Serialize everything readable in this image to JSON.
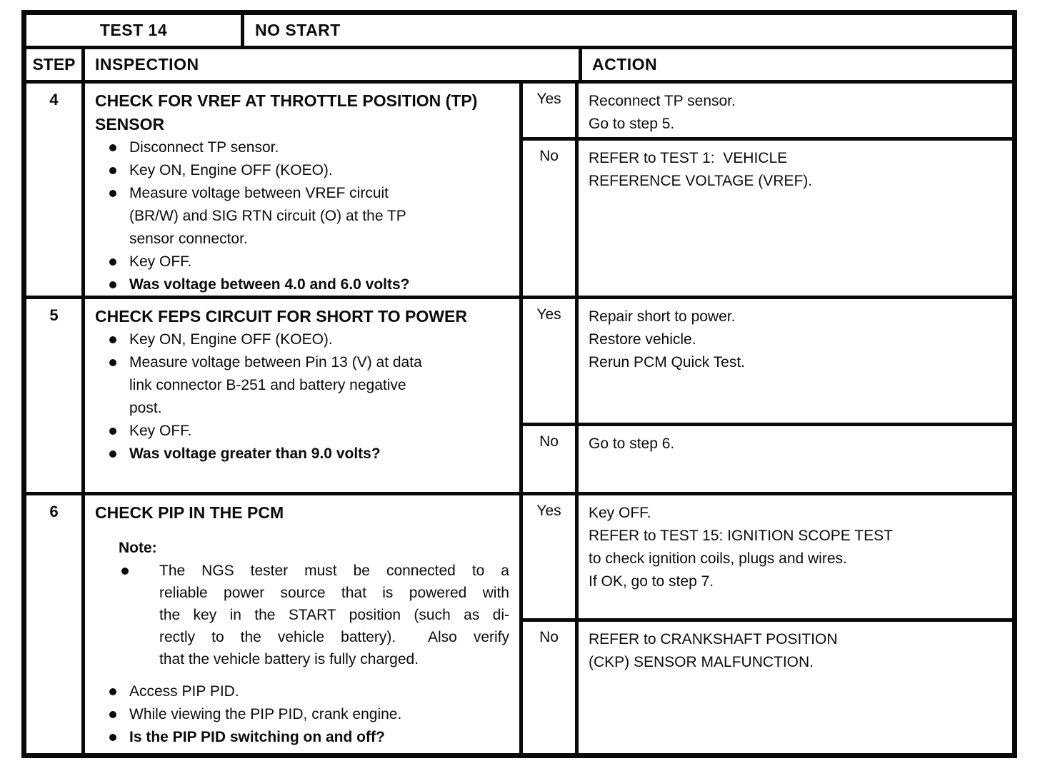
{
  "doc": {
    "title": {
      "test": "TEST 14",
      "name": "NO START"
    },
    "header": {
      "step": "STEP",
      "inspection": "INSPECTION",
      "action": "ACTION"
    },
    "steps": [
      {
        "number": "4",
        "inspection": {
          "title": "CHECK FOR VREF AT THROTTLE POSITION (TP) SENSOR",
          "bullets": [
            {
              "lines": [
                "Disconnect TP sensor."
              ]
            },
            {
              "lines": [
                "Key ON, Engine OFF (KOEO)."
              ]
            },
            {
              "lines": [
                "Measure voltage between VREF circuit",
                "(BR/W) and SIG RTN circuit (O) at the TP",
                "sensor connector."
              ]
            },
            {
              "lines": [
                "Key OFF."
              ]
            }
          ],
          "question": "Was voltage between 4.0 and 6.0 volts?"
        },
        "yes": {
          "label": "Yes",
          "lines": [
            "Reconnect TP sensor.",
            "Go to step 5."
          ]
        },
        "no": {
          "label": "No",
          "lines": [
            "REFER to TEST 1:  VEHICLE",
            "REFERENCE VOLTAGE (VREF)."
          ]
        }
      },
      {
        "number": "5",
        "inspection": {
          "title": "CHECK FEPS CIRCUIT FOR SHORT TO POWER",
          "bullets": [
            {
              "lines": [
                "Key ON, Engine OFF (KOEO)."
              ]
            },
            {
              "lines": [
                "Measure voltage between Pin 13 (V) at data",
                "link connector B-251 and battery negative",
                "post."
              ]
            },
            {
              "lines": [
                "Key OFF."
              ]
            }
          ],
          "question": "Was voltage greater than 9.0 volts?"
        },
        "yes": {
          "label": "Yes",
          "lines": [
            "Repair short to power.",
            "Restore vehicle.",
            "Rerun PCM Quick Test."
          ]
        },
        "no": {
          "label": "No",
          "lines": [
            "Go to step 6."
          ]
        }
      },
      {
        "number": "6",
        "inspection": {
          "title": "CHECK PIP IN THE PCM",
          "note_label": "Note:",
          "note_lines": [
            "The NGS tester must be connected to a",
            "reliable power source that is powered with",
            "the key in the START position (such as di-",
            "rectly to the vehicle battery).  Also verify",
            "that the vehicle battery is fully charged."
          ],
          "bullets": [
            {
              "lines": [
                "Access PIP PID."
              ]
            },
            {
              "lines": [
                "While viewing the PIP PID, crank engine."
              ]
            }
          ],
          "question": "Is the PIP PID switching on and off?"
        },
        "yes": {
          "label": "Yes",
          "lines": [
            "Key OFF.",
            "REFER to TEST 15: IGNITION SCOPE TEST",
            "to check ignition coils, plugs and wires.",
            "If OK, go to step 7."
          ]
        },
        "no": {
          "label": "No",
          "lines": [
            "REFER to CRANKSHAFT POSITION",
            "(CKP) SENSOR MALFUNCTION."
          ]
        }
      }
    ]
  }
}
